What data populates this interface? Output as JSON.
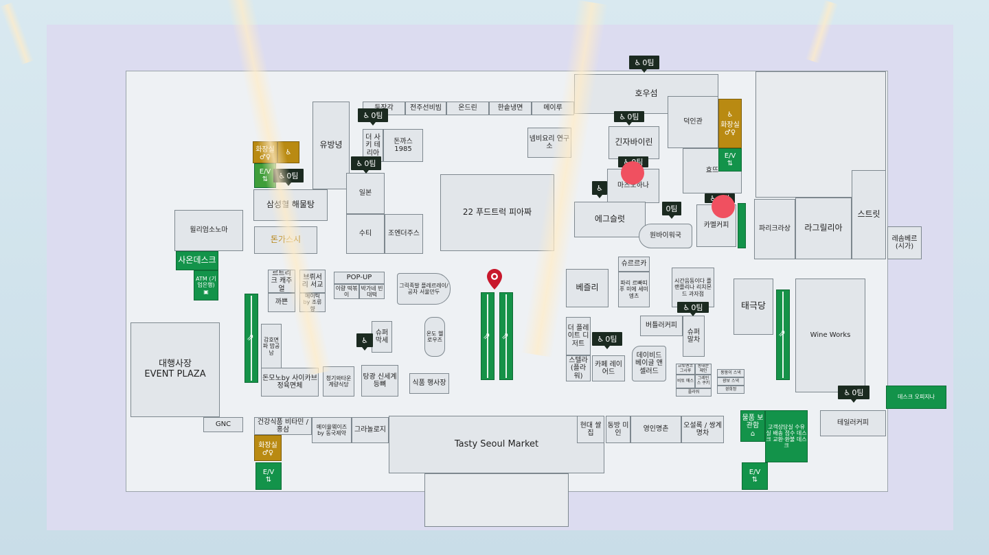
{
  "team_label": "0팀",
  "stores": {
    "hou": "호우섬",
    "dungjang": "등장각",
    "jeonju": "전주선비빔",
    "ondeuri": "온드린",
    "hanseung": "한솥냉면",
    "meiru": "메이루",
    "yubang": "유방녕",
    "sakitteria": "더 사키 테리아",
    "donkatsu": "돈까스 1985",
    "nembi": "넴비요리 연구소",
    "ginza": "긴자바이린",
    "deokin": "덕인관",
    "hyodu": "효뜨",
    "ilbon": "일본",
    "suti": "수티",
    "joend": "조엔더주스",
    "foodtruck": "22 푸드트럭 피아짜",
    "matsuno": "마츠노하나",
    "egglet": "에그슬럿",
    "onebay": "원바이워국",
    "camel": "카멜커피",
    "paris": "파리크라상",
    "lagrill": "라그릴리아",
    "street": "스트릿",
    "rainbow": "레솜베르 (시가)",
    "samsung": "삼성혈 해물탕",
    "donga": "돈가스시",
    "william": "윌리엄소노마",
    "saon": "사온데스크",
    "atm": "ATM (기업은행)",
    "lotrik": "르트리크 캐주얼",
    "brewery": "브뤼서리 서교",
    "kkaebeun": "까쁜",
    "meitik": "메이틱 by 조류향",
    "popup": "POP-UP",
    "yiyang": "이량 떡볶이",
    "bakgane": "박가네 빈대떡",
    "greek": "그릭족발 플레르레이/공차 서울만두",
    "pin_label": "",
    "bejelli": "베즐리",
    "shurrca": "슈르르카",
    "paris2": "파리 르빠띠푸 미에 세미엥츠",
    "sigan": "시간음동이다 플랜플리나 리치몬드 과자점",
    "taeguk": "태극당",
    "wine": "Wine Works",
    "event": "대행사장\nEVENT PLAZA",
    "gamsung": "감호면파 밥공남",
    "dolmono": "돈모노by 사이카브 정육면체",
    "chungki": "청기와타운 계량식당",
    "tanggang": "탕광 신세계등뼈",
    "super": "슈퍼 막세",
    "ondo": "온도 헬로우즈",
    "sikpum": "식품 행사장",
    "plate": "더 플레이트 디저트",
    "stella": "스텔라 (플라워)",
    "cafe_layered": "카페 레이어드",
    "david": "데이비드 베이글 앤셀러드",
    "butler": "버틀러커피",
    "super_malcha": "슈퍼 말차",
    "gnc": "GNC",
    "health": "건강식품 비타민 / 홍삼",
    "meiul": "메이율웨이즈 by 동국제약",
    "granola": "그라놀로지",
    "tasty": "Tasty Seoul Market",
    "hyundai": "현대 쌀집",
    "dongbang": "동방 미인",
    "yeongin": "영인명촌",
    "osulrok": "오설록 / 쌍계명차",
    "cs": "물품 보관함",
    "cs2": "고객상담실 수유실 배송 접수 데스크 교환·환불 데스크",
    "desk": "데스크 오피지나",
    "tailor": "테일러커피",
    "toilet": "화장실",
    "ev": "E/V",
    "small1": "교토멘코 그시루",
    "small2": "동대문 체인",
    "small3": "비토 매스",
    "small4": "그레인스 쿠키",
    "small5": "뚱뚱이 스낵",
    "small6": "광보 스낵",
    "small7": "경희정",
    "small8": "플라워"
  },
  "colors": {
    "background": "#dcdcf0",
    "floor": "#eef1f4",
    "store": "#e2e6ea",
    "service_green": "#13934a",
    "restroom_gold": "#b98a12",
    "team_badge": "#1b2a20",
    "marker_red": "#f05060",
    "location_pin": "#c8182c"
  },
  "icons": [
    "wheelchair-icon",
    "restroom-icon",
    "elevator-icon",
    "escalator-icon",
    "location-pin-icon",
    "atm-icon",
    "locker-icon"
  ]
}
